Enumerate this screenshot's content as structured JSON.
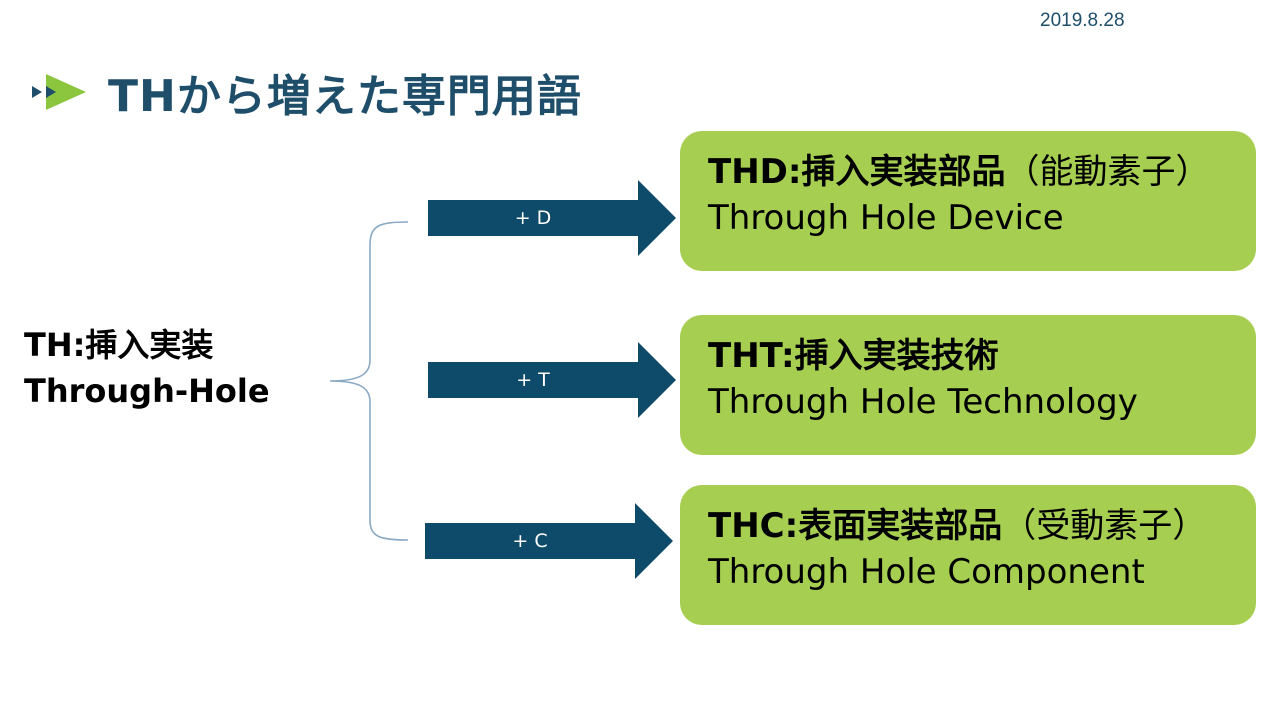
{
  "date": "2019.8.28",
  "title": "THから増えた専門用語",
  "source": {
    "line1": "TH:挿入実装",
    "line2": "Through-Hole"
  },
  "branches": [
    {
      "arrow_label": "+ D",
      "title": "THD:挿入実装部品",
      "title_paren": "（能動素子）",
      "subtitle": "Through Hole Device"
    },
    {
      "arrow_label": "+ T",
      "title": "THT:挿入実装技術",
      "title_paren": "",
      "subtitle": "Through Hole Technology"
    },
    {
      "arrow_label": "+ C",
      "title": "THC:表面実装部品",
      "title_paren": "（受動素子）",
      "subtitle": "Through Hole Component"
    }
  ],
  "colors": {
    "navy": "#1f4e6b",
    "arrow": "#0e4a6a",
    "box": "#a6ce51",
    "icon_green": "#8cc63f"
  }
}
